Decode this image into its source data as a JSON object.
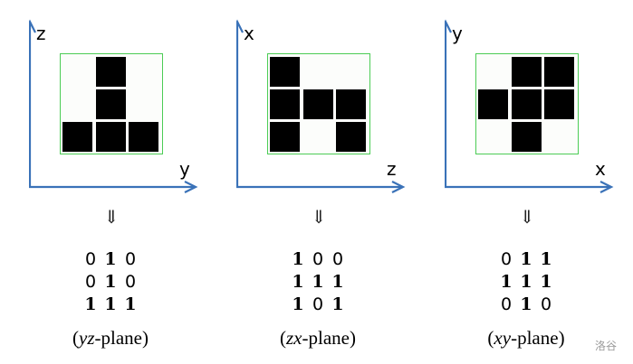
{
  "axis_color": "#3a72b8",
  "panels": [
    {
      "vertical": "z",
      "horizontal": "y",
      "arrow": "⇓",
      "grid": [
        [
          0,
          1,
          0
        ],
        [
          0,
          1,
          0
        ],
        [
          1,
          1,
          1
        ]
      ],
      "plane_var": "yz",
      "plane_suffix": "-plane"
    },
    {
      "vertical": "x",
      "horizontal": "z",
      "arrow": "⇓",
      "grid": [
        [
          1,
          0,
          0
        ],
        [
          1,
          1,
          1
        ],
        [
          1,
          0,
          1
        ]
      ],
      "plane_var": "zx",
      "plane_suffix": "-plane"
    },
    {
      "vertical": "y",
      "horizontal": "x",
      "arrow": "⇓",
      "grid": [
        [
          0,
          1,
          1
        ],
        [
          1,
          1,
          1
        ],
        [
          0,
          1,
          0
        ]
      ],
      "plane_var": "xy",
      "plane_suffix": "-plane"
    }
  ],
  "watermark": "洛谷"
}
